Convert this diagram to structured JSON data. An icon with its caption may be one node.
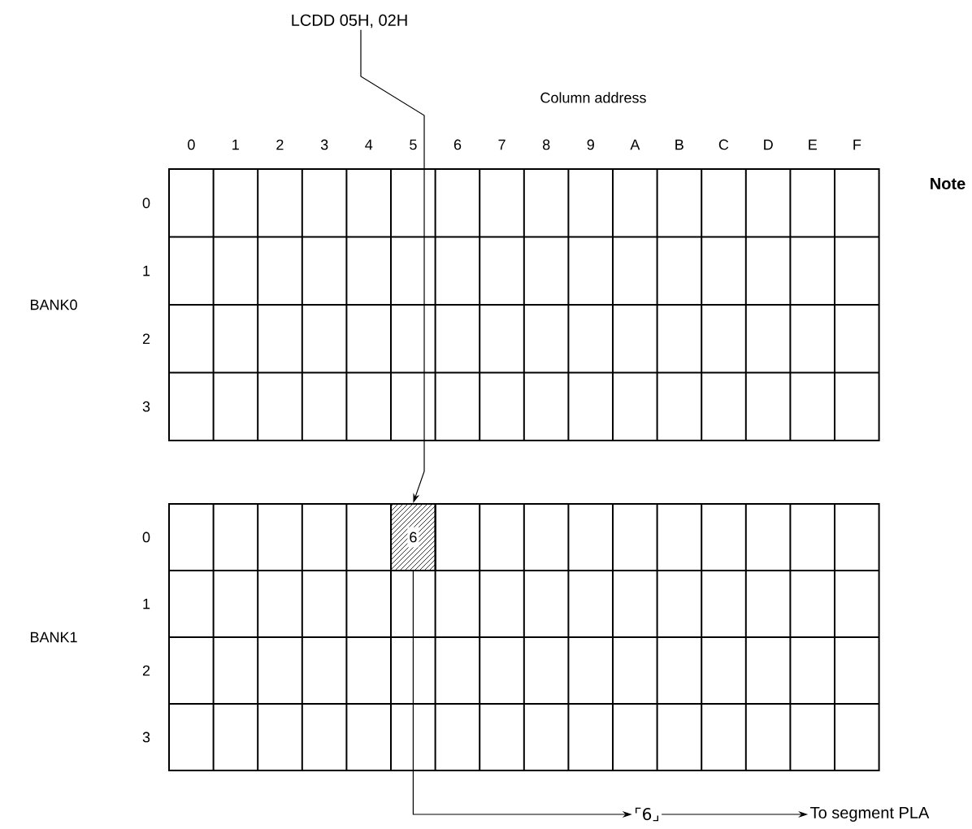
{
  "diagram": {
    "nodes": [
      {
        "text": [
          "LCDD  05H, 02H"
        ]
      },
      {
        "text": [
          "6"
        ]
      },
      {
        "text": [
          "⌜6⌟"
        ]
      },
      {
        "text": [
          "To segment PLA"
        ]
      }
    ],
    "edges": [
      {
        "from": 0,
        "to": 1,
        "arrow": "to"
      },
      {
        "from": 1,
        "to": 2,
        "arrow": "to"
      },
      {
        "from": 2,
        "to": 3,
        "arrow": "to"
      }
    ],
    "labels": [
      "Column address",
      "0",
      "1",
      "2",
      "3",
      "4",
      "5",
      "6",
      "7",
      "8",
      "9",
      "A",
      "B",
      "C",
      "D",
      "E",
      "F",
      "Note",
      "BANK0",
      "0",
      "1",
      "2",
      "3",
      "BANK1",
      "0",
      "1",
      "2",
      "3"
    ]
  }
}
